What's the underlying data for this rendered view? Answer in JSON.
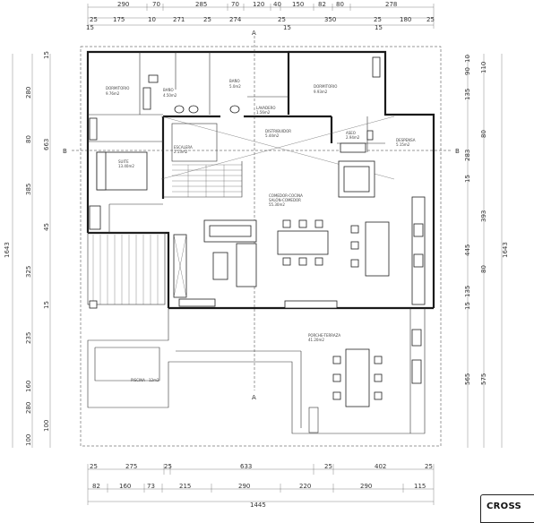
{
  "dims_top_row1": [
    "290",
    "70",
    "285",
    "70",
    "120",
    "40",
    "150",
    "82",
    "80",
    "278"
  ],
  "dims_top_row2": [
    "25",
    "175",
    "10",
    "271",
    "25",
    "274",
    "25",
    "350",
    "25",
    "180",
    "25"
  ],
  "dims_top_row3": [
    "15",
    "15",
    "15"
  ],
  "dims_bottom_row1": [
    "25",
    "275",
    "25",
    "633",
    "25",
    "402",
    "25"
  ],
  "dims_bottom_row2": [
    "82",
    "160",
    "73",
    "215",
    "290",
    "220",
    "290",
    "115"
  ],
  "dims_bottom_total": "1445",
  "dims_left_outer": "1643",
  "dims_left_inner": [
    "280",
    "80",
    "385",
    "325",
    "235",
    "160",
    "280",
    "100",
    "100"
  ],
  "dims_left_mid": [
    "663",
    "15",
    "45",
    "15"
  ],
  "dims_right_inner": [
    "110",
    "135",
    "283",
    "80",
    "393",
    "445",
    "80",
    "135",
    "565",
    "575"
  ],
  "dims_right_small": [
    "90",
    "10",
    "15",
    "15"
  ],
  "dims_right_outer": "1643",
  "rooms": {
    "bedroom1": {
      "name": "DORMITORIO",
      "area": "9.76m2"
    },
    "bath1": {
      "name": "BAÑO",
      "area": "4.50m2"
    },
    "bath2": {
      "name": "BAÑO",
      "area": "5.0m2"
    },
    "bedroom2": {
      "name": "DORMITORIO",
      "area": "9.93m2"
    },
    "laundry": {
      "name": "LAVADERO",
      "area": "1.56m2"
    },
    "hall": {
      "name": "DISTRIBUIDOR",
      "area": "5.44m2"
    },
    "wc": {
      "name": "ASEO",
      "area": "2.94m2"
    },
    "storage": {
      "name": "DESPENSA",
      "area": "5.15m2"
    },
    "suite": {
      "name": "SUITE",
      "area": "13.40m2"
    },
    "stair": {
      "name": "ESCALERA",
      "area": "2.53m2"
    },
    "living": {
      "name": "COMEDOR-COCINA",
      "line2": "SALÓN-COMEDOR",
      "area": "55.30m2"
    },
    "terrace": {
      "name": "PORCHE-TERRAZA",
      "area": "41.20m2"
    },
    "pool": {
      "name": "PISCINA",
      "area": "12m2"
    }
  },
  "section_marks": {
    "a_top": "A",
    "a_bottom": "A",
    "b_left": "B",
    "b_right": "B"
  },
  "title_label": "CROSS"
}
